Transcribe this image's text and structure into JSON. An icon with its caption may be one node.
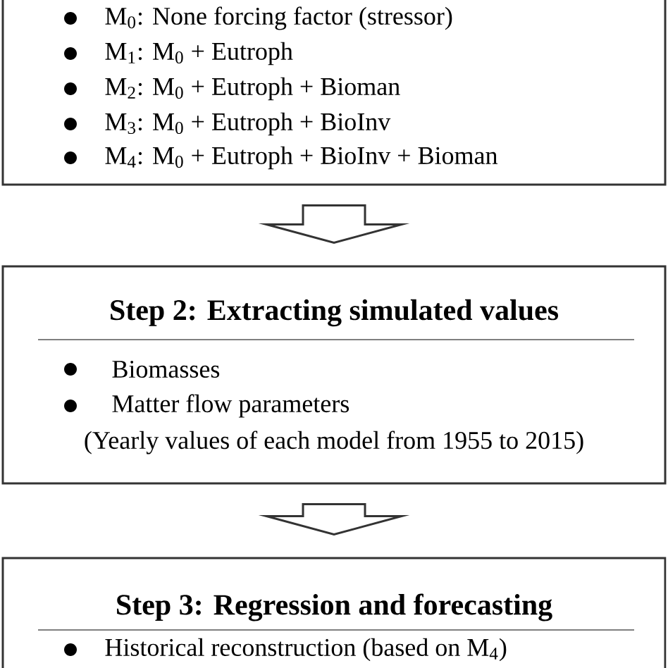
{
  "diagram": {
    "nodes": [
      {
        "text": [
          "M$_{0}$: None forcing factor (stressor)",
          "M$_{1}$: M$_{0}$ + Eutroph",
          "M$_{2}$: M$_{0}$ + Eutroph + Bioman",
          "M$_{3}$: M$_{0}$ + Eutroph + BioInv",
          "M$_{4}$: M$_{0}$ + Eutroph + BioInv + Bioman"
        ]
      },
      {
        "text": [
          "Step 2: Extracting simulated values",
          "Biomasses",
          "Matter flow parameters",
          "(Yearly values of each model from 1955 to 2015)"
        ]
      },
      {
        "text": [
          "Step 3: Regression and forecasting",
          "Historical reconstruction (based on M$_{4}$)"
        ]
      }
    ],
    "edges": [
      {
        "from": 0,
        "to": 1,
        "arrow": "to"
      },
      {
        "from": 1,
        "to": 2,
        "arrow": "to"
      }
    ]
  }
}
